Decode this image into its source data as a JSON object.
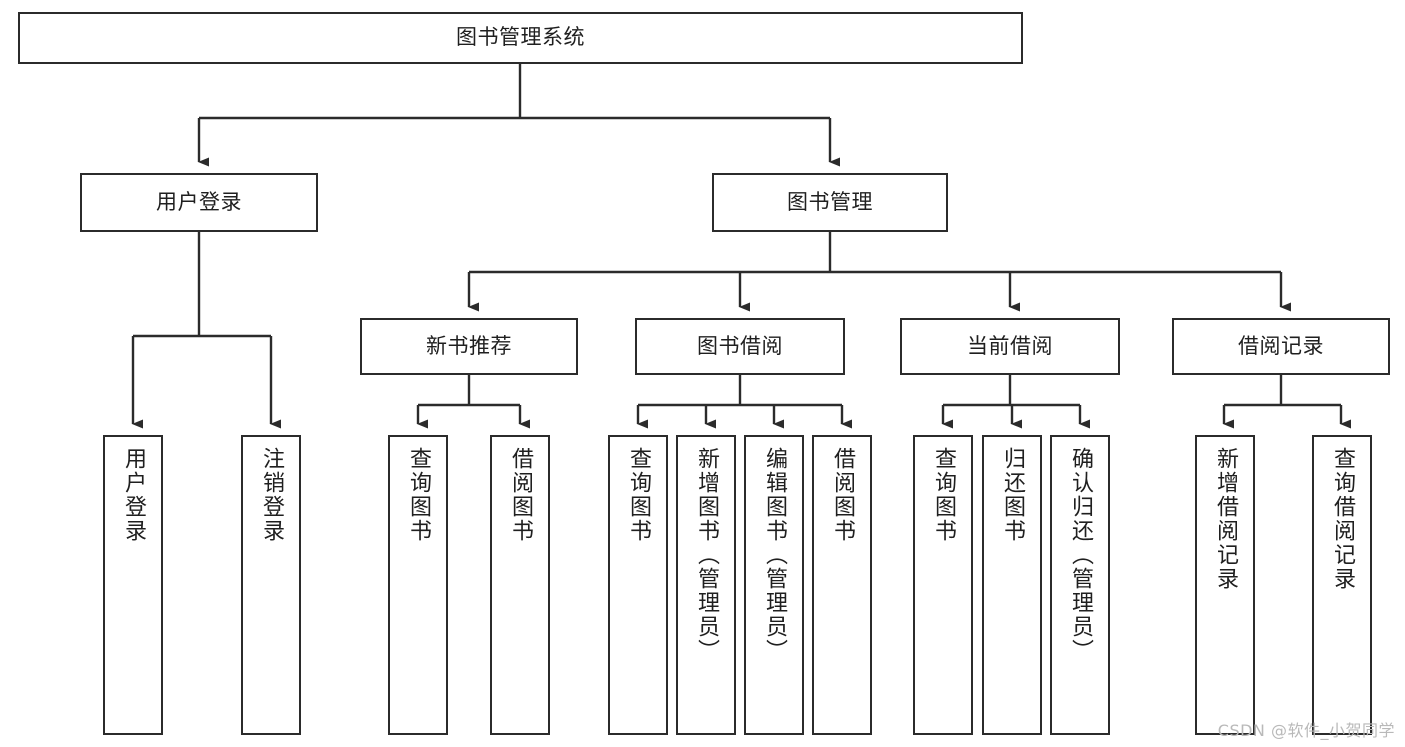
{
  "diagram": {
    "title": "图书管理系统",
    "type": "functional-structure-tree",
    "stroke_color": "#2b2b2b",
    "fill_color": "#ffffff",
    "text_color": "#1f1f1f"
  },
  "root": {
    "label": "图书管理系统"
  },
  "level1": [
    {
      "label": "用户登录"
    },
    {
      "label": "图书管理"
    }
  ],
  "level2": [
    {
      "label": "新书推荐"
    },
    {
      "label": "图书借阅"
    },
    {
      "label": "当前借阅"
    },
    {
      "label": "借阅记录"
    }
  ],
  "leaves": {
    "user_login": [
      {
        "label": "用户登录"
      },
      {
        "label": "注销登录"
      }
    ],
    "new_book_recommend": [
      {
        "label": "查询图书"
      },
      {
        "label": "借阅图书"
      }
    ],
    "book_borrow": [
      {
        "label": "查询图书"
      },
      {
        "label": "新增图书（管理员）"
      },
      {
        "label": "编辑图书（管理员）"
      },
      {
        "label": "借阅图书"
      }
    ],
    "current_borrow": [
      {
        "label": "查询图书"
      },
      {
        "label": "归还图书"
      },
      {
        "label": "确认归还（管理员）"
      }
    ],
    "borrow_record": [
      {
        "label": "新增借阅记录"
      },
      {
        "label": "查询借阅记录"
      }
    ]
  },
  "watermark": {
    "text": "CSDN @软件_小贺同学"
  }
}
